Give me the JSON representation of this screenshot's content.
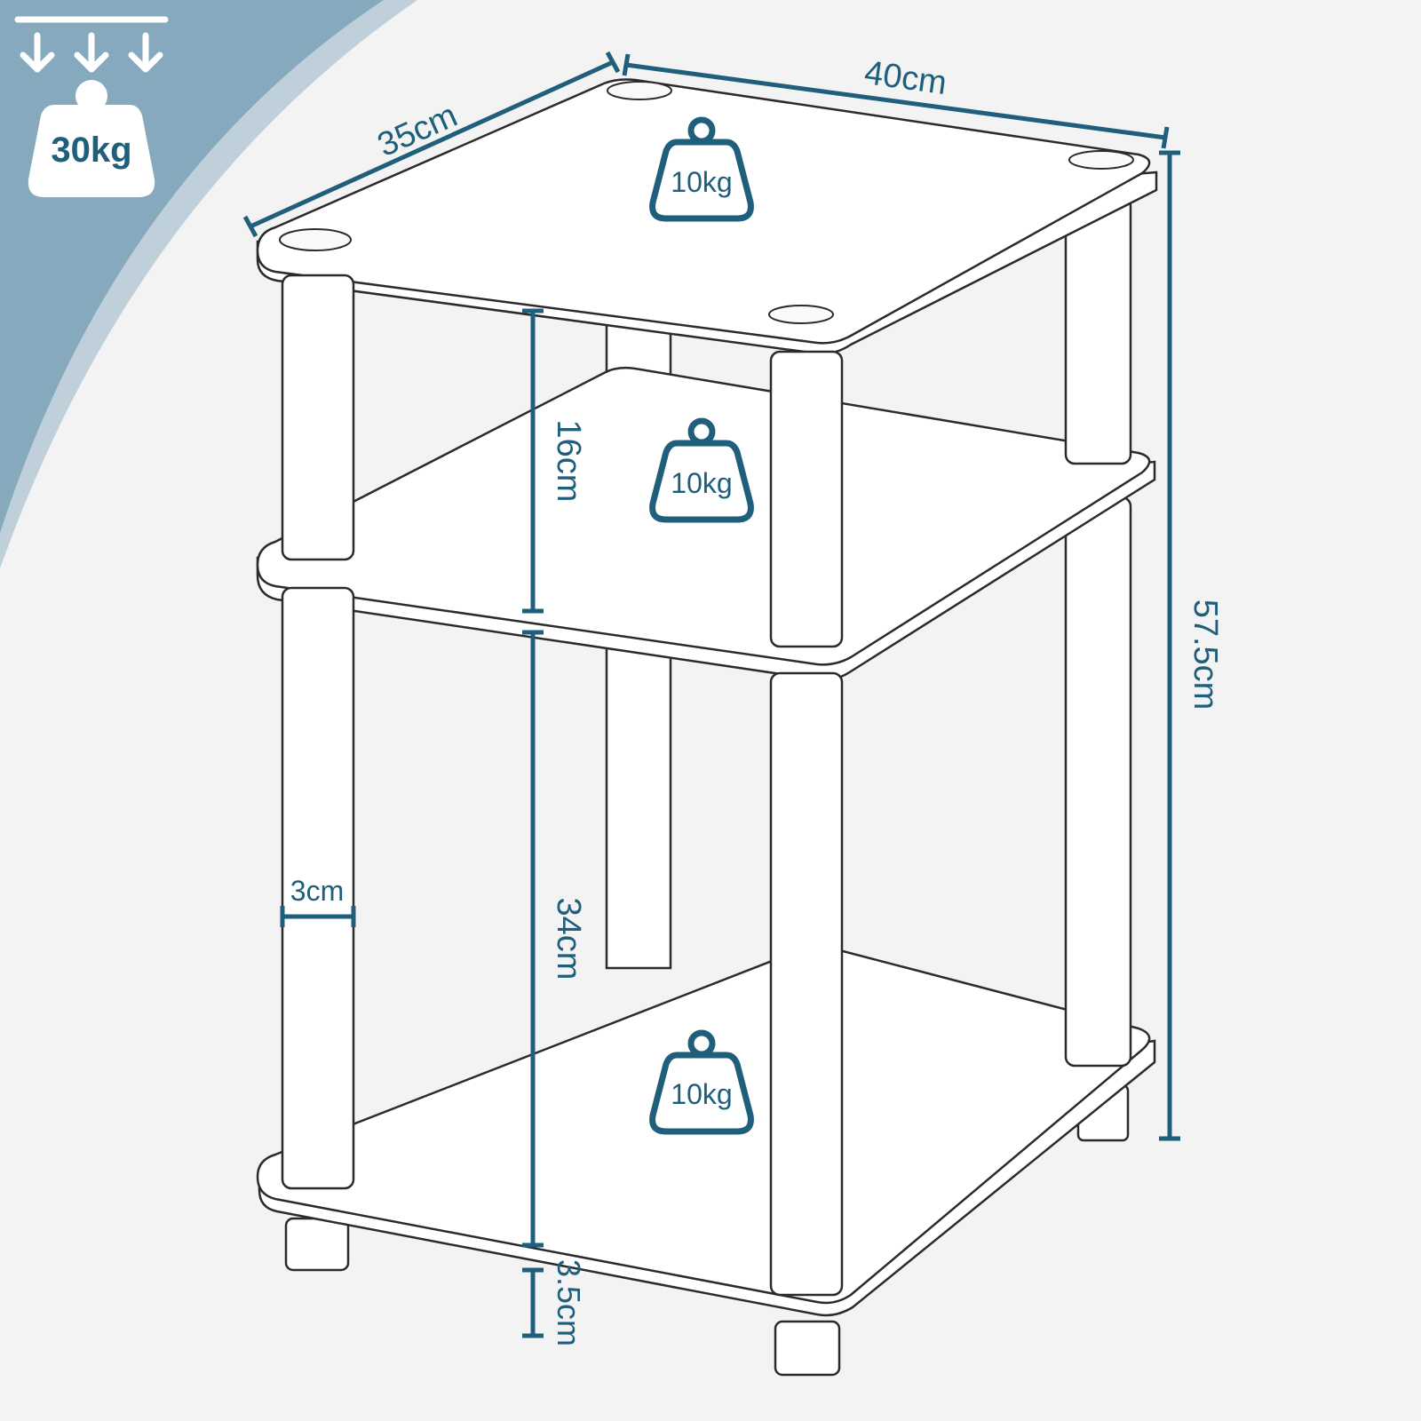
{
  "badge": {
    "total_load": "30kg",
    "icon": "weight-icon",
    "arrows_icon": "down-arrows-icon"
  },
  "dimensions": {
    "depth": "35cm",
    "width": "40cm",
    "total_height": "57.5cm",
    "top_gap": "16cm",
    "bottom_gap": "34cm",
    "foot_height": "3.5cm",
    "post_diameter": "3cm"
  },
  "shelves": [
    {
      "load": "10kg",
      "icon": "weight-icon"
    },
    {
      "load": "10kg",
      "icon": "weight-icon"
    },
    {
      "load": "10kg",
      "icon": "weight-icon"
    }
  ],
  "colors": {
    "accent": "#1f5f7c",
    "corner_band": "#87a9bd",
    "corner_band_light": "#c0d0db",
    "background": "#f3f3f3"
  }
}
